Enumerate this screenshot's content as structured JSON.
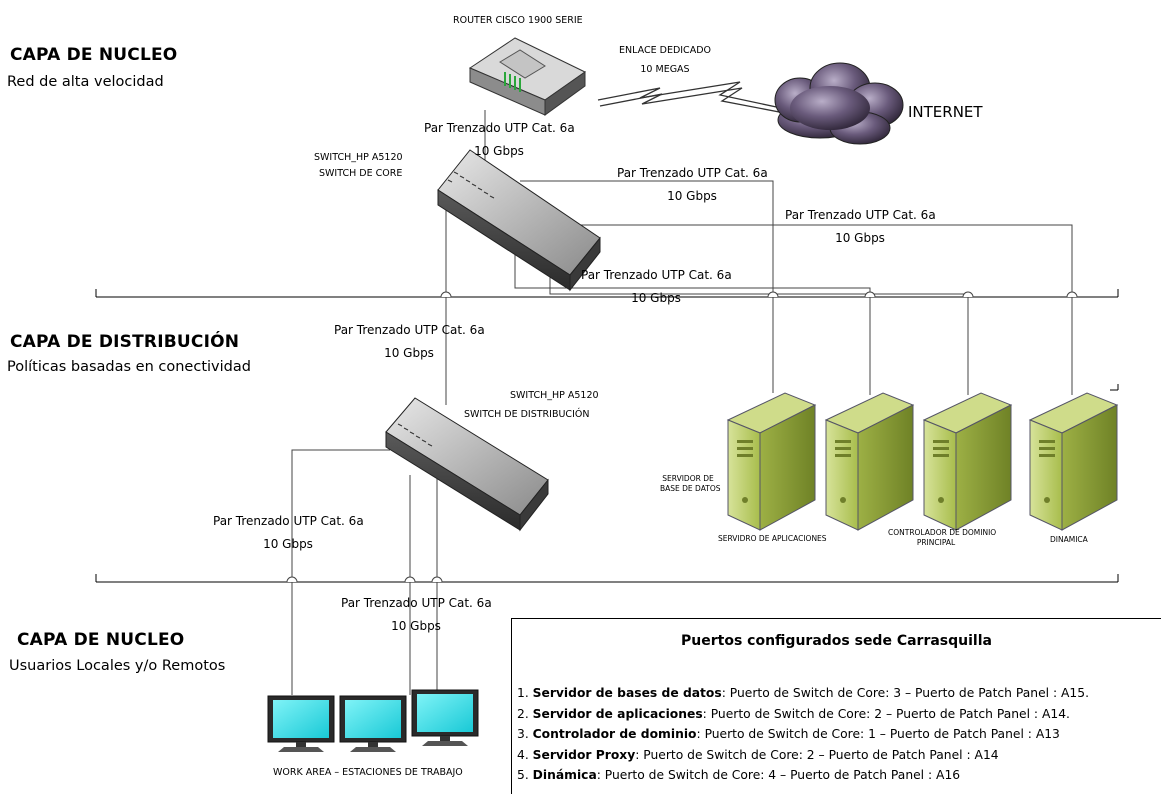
{
  "layers": {
    "core_title": "CAPA DE NUCLEO",
    "core_subtitle": "Red de alta velocidad",
    "distribution_title": "CAPA DE DISTRIBUCIÓN",
    "distribution_subtitle": "Políticas basadas en conectividad",
    "access_title": "CAPA DE NUCLEO",
    "access_subtitle": "Usuarios Locales y/o Remotos"
  },
  "devices": {
    "router_label": "ROUTER CISCO 1900 SERIE",
    "link_line1": "ENLACE DEDICADO",
    "link_line2": "10 MEGAS",
    "internet_label": "INTERNET",
    "core_switch_line1": "SWITCH_HP A5120",
    "core_switch_line2": "SWITCH DE CORE",
    "dist_switch_line1": "SWITCH_HP A5120",
    "dist_switch_line2": "SWITCH DE DISTRIBUCIÓN",
    "db_server_line1": "SERVIDOR DE",
    "db_server_line2": "BASE DE DATOS",
    "app_server_label": "SERVIDRO DE APLICACIONES",
    "dc_line1": "CONTROLADOR DE DOMINIO",
    "dc_line2": "PRINCIPAL",
    "dynamic_label": "DINAMICA",
    "work_area_label": "WORK AREA – ESTACIONES DE TRABAJO"
  },
  "cables": {
    "cable_type": "Par Trenzado UTP Cat. 6a",
    "cable_speed": "10 Gbps"
  },
  "ports_box": {
    "title": "Puertos configurados sede Carrasquilla",
    "items": [
      {
        "num": "1.",
        "name": "Servidor de bases de datos",
        "detail": ": Puerto de Switch de Core: 3 – Puerto de Patch  Panel : A15."
      },
      {
        "num": "2.",
        "name": "Servidor de aplicaciones",
        "detail": ":  Puerto de Switch de Core: 2 – Puerto de Patch  Panel : A14."
      },
      {
        "num": "3.",
        "name": "Controlador de dominio",
        "detail": ":  Puerto de Switch de Core: 1 – Puerto de Patch  Panel : A13"
      },
      {
        "num": "4.",
        "name": "Servidor Proxy",
        "detail": ":  Puerto de Switch de Core: 2 – Puerto de Patch  Panel : A14"
      },
      {
        "num": "5.",
        "name": "Dinámica",
        "detail": ":  Puerto de Switch de Core: 4 – Puerto de Patch  Panel : A16"
      }
    ]
  },
  "colors": {
    "server_green": "#b6c95e",
    "monitor_cyan": "#33e6ee",
    "cloud_purple": "#5c4f6e",
    "device_gray": "#7b7b7b"
  },
  "icons": [
    "router-icon",
    "cloud-icon",
    "switch-icon",
    "server-icon",
    "monitor-icon",
    "lightning-link-icon"
  ]
}
